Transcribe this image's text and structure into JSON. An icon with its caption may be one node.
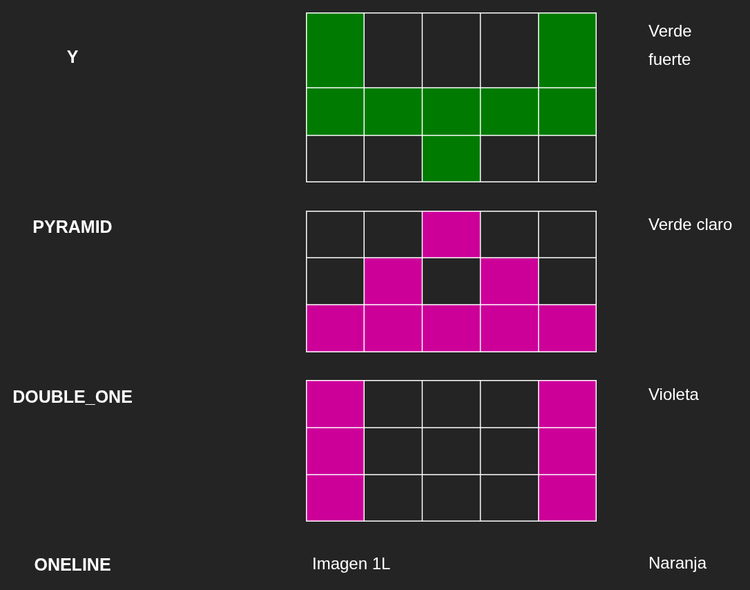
{
  "diagram": {
    "labels": [
      "Y",
      "Verde fuerte",
      "PYRAMID",
      "Verde claro",
      "DOUBLE_ONE",
      "Violeta",
      "ONELINE",
      "Imagen 1L",
      "Naranja"
    ]
  }
}
